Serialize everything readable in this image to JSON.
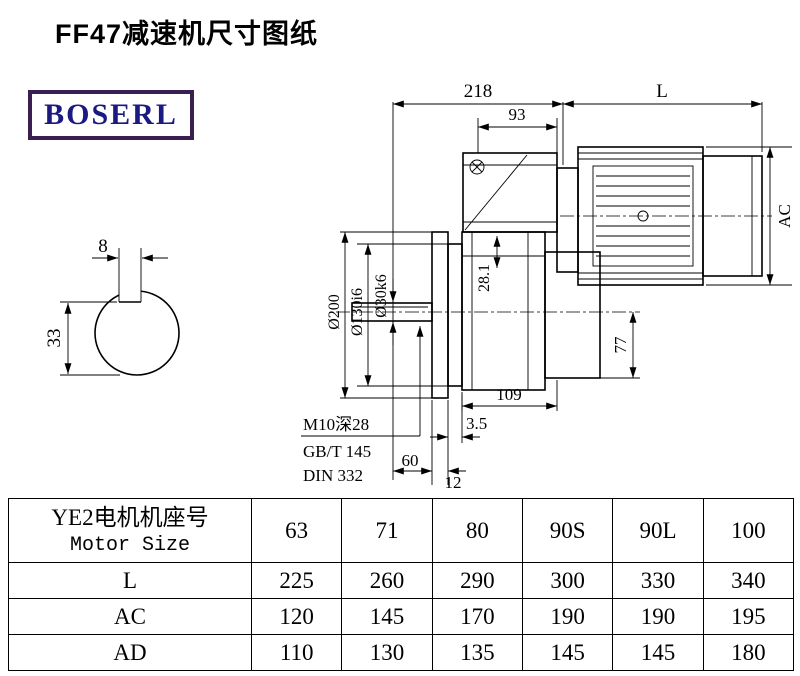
{
  "page": {
    "title": "FF47减速机尺寸图纸"
  },
  "logo": {
    "text": "BOSERL",
    "text_color": "#1a1a80",
    "border_color": "#3b1e50"
  },
  "section_view": {
    "keyway_width": "8",
    "shaft_height": "33"
  },
  "drawing": {
    "dim_218": "218",
    "dim_l": "L",
    "dim_93": "93",
    "dim_ac": "AC",
    "dim_28_1": "28.1",
    "dia_200": "Ø200",
    "dia_130": "Ø130i6",
    "dia_30": "Ø30k6",
    "dim_77": "77",
    "dim_109": "109",
    "dim_3_5": "3.5",
    "dim_60": "60",
    "dim_12": "12",
    "callout_thread": "M10深28",
    "callout_gb": "GB/T 145",
    "callout_din": "DIN 332"
  },
  "table": {
    "header": {
      "line1": "YE2电机机座号",
      "line2": "Motor Size"
    },
    "sizes": [
      "63",
      "71",
      "80",
      "90S",
      "90L",
      "100"
    ],
    "rows": [
      {
        "label": "L",
        "values": [
          "225",
          "260",
          "290",
          "300",
          "330",
          "340"
        ]
      },
      {
        "label": "AC",
        "values": [
          "120",
          "145",
          "170",
          "190",
          "190",
          "195"
        ]
      },
      {
        "label": "AD",
        "values": [
          "110",
          "130",
          "135",
          "145",
          "145",
          "180"
        ]
      }
    ]
  }
}
